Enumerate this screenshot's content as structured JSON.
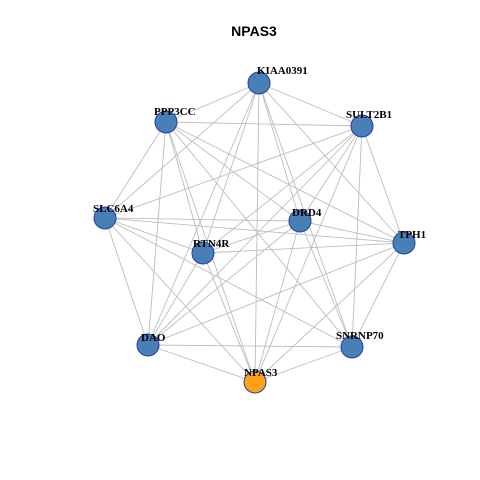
{
  "title": "NPAS3",
  "colors": {
    "node_fill": "#4a7fb5",
    "node_stroke": "#1f3fa8",
    "focus_fill": "#ffa21a",
    "edge": "#bdbdbd"
  },
  "nodes": [
    {
      "id": "KIAA0391",
      "label": "KIAA0391",
      "focus": false
    },
    {
      "id": "SULT2B1",
      "label": "SULT2B1",
      "focus": false
    },
    {
      "id": "TPH1",
      "label": "TPH1",
      "focus": false
    },
    {
      "id": "SNRNP70",
      "label": "SNRNP70",
      "focus": false
    },
    {
      "id": "NPAS3",
      "label": "NPAS3",
      "focus": true
    },
    {
      "id": "DAO",
      "label": "DAO",
      "focus": false
    },
    {
      "id": "SLC6A4",
      "label": "SLC6A4",
      "focus": false
    },
    {
      "id": "PPP3CC",
      "label": "PPP3CC",
      "focus": false
    },
    {
      "id": "DRD4",
      "label": "DRD4",
      "focus": false
    },
    {
      "id": "RTN4R",
      "label": "RTN4R",
      "focus": false
    }
  ],
  "edges": [
    [
      "KIAA0391",
      "PPP3CC"
    ],
    [
      "KIAA0391",
      "SULT2B1"
    ],
    [
      "KIAA0391",
      "SLC6A4"
    ],
    [
      "KIAA0391",
      "DRD4"
    ],
    [
      "KIAA0391",
      "RTN4R"
    ],
    [
      "KIAA0391",
      "TPH1"
    ],
    [
      "KIAA0391",
      "SNRNP70"
    ],
    [
      "KIAA0391",
      "DAO"
    ],
    [
      "KIAA0391",
      "NPAS3"
    ],
    [
      "PPP3CC",
      "SULT2B1"
    ],
    [
      "PPP3CC",
      "SLC6A4"
    ],
    [
      "PPP3CC",
      "DRD4"
    ],
    [
      "PPP3CC",
      "RTN4R"
    ],
    [
      "PPP3CC",
      "TPH1"
    ],
    [
      "PPP3CC",
      "SNRNP70"
    ],
    [
      "PPP3CC",
      "DAO"
    ],
    [
      "PPP3CC",
      "NPAS3"
    ],
    [
      "SULT2B1",
      "SLC6A4"
    ],
    [
      "SULT2B1",
      "DRD4"
    ],
    [
      "SULT2B1",
      "RTN4R"
    ],
    [
      "SULT2B1",
      "TPH1"
    ],
    [
      "SULT2B1",
      "SNRNP70"
    ],
    [
      "SULT2B1",
      "DAO"
    ],
    [
      "SULT2B1",
      "NPAS3"
    ],
    [
      "SLC6A4",
      "DRD4"
    ],
    [
      "SLC6A4",
      "RTN4R"
    ],
    [
      "SLC6A4",
      "TPH1"
    ],
    [
      "SLC6A4",
      "DAO"
    ],
    [
      "SLC6A4",
      "NPAS3"
    ],
    [
      "SLC6A4",
      "SNRNP70"
    ],
    [
      "DRD4",
      "RTN4R"
    ],
    [
      "DRD4",
      "TPH1"
    ],
    [
      "DRD4",
      "SNRNP70"
    ],
    [
      "DRD4",
      "DAO"
    ],
    [
      "DRD4",
      "NPAS3"
    ],
    [
      "RTN4R",
      "TPH1"
    ],
    [
      "RTN4R",
      "DAO"
    ],
    [
      "RTN4R",
      "NPAS3"
    ],
    [
      "TPH1",
      "SNRNP70"
    ],
    [
      "TPH1",
      "DAO"
    ],
    [
      "TPH1",
      "NPAS3"
    ],
    [
      "SNRNP70",
      "DAO"
    ],
    [
      "SNRNP70",
      "NPAS3"
    ],
    [
      "DAO",
      "NPAS3"
    ]
  ]
}
